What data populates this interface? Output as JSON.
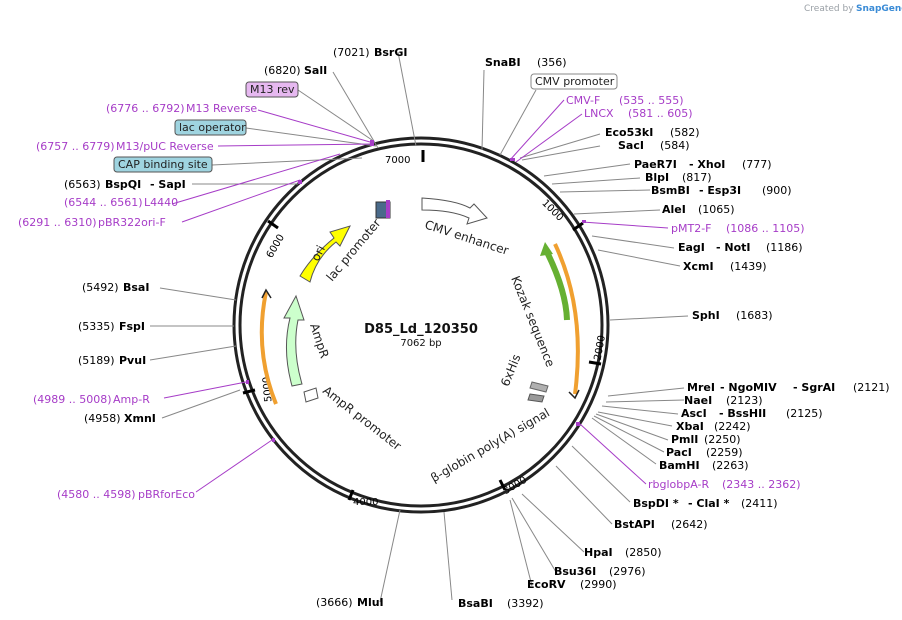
{
  "credit": {
    "prefix": "Created by",
    "brand": "SnapGene"
  },
  "plasmid": {
    "name": "D85_Ld_120350",
    "length": "7062 bp"
  },
  "ticks": [
    "1000",
    "2000",
    "3000",
    "4000",
    "5000",
    "6000",
    "7000"
  ],
  "sites": {
    "bsrgi": {
      "pos": "(7021)",
      "name": "BsrGI"
    },
    "sali": {
      "pos": "(6820)",
      "name": "SalI"
    },
    "m13rev_box": "M13 rev",
    "m13rev_primer": {
      "pos": "(6776 .. 6792)",
      "name": "M13 Reverse"
    },
    "lacop_box": "lac operator",
    "m13puc": {
      "pos": "(6757 .. 6779)",
      "name": "M13/pUC Reverse"
    },
    "cap_box": "CAP binding site",
    "bspqi": {
      "pos": "(6563)",
      "name": "BspQI",
      "name2": "- SapI"
    },
    "l4440": {
      "pos": "(6544 .. 6561)",
      "name": "L4440"
    },
    "pbr322ori": {
      "pos": "(6291 .. 6310)",
      "name": "pBR322ori-F"
    },
    "bsai": {
      "pos": "(5492)",
      "name": "BsaI"
    },
    "fspi": {
      "pos": "(5335)",
      "name": "FspI"
    },
    "pvui": {
      "pos": "(5189)",
      "name": "PvuI"
    },
    "ampr_primer": {
      "pos": "(4989 .. 5008)",
      "name": "Amp-R"
    },
    "xmni": {
      "pos": "(4958)",
      "name": "XmnI"
    },
    "pbrforeco": {
      "pos": "(4580 .. 4598)",
      "name": "pBRforEco"
    },
    "mlui": {
      "pos": "(3666)",
      "name": "MluI"
    },
    "bsabi": {
      "name": "BsaBI",
      "pos": "(3392)"
    },
    "snabi": {
      "name": "SnaBI",
      "pos": "(356)"
    },
    "cmvprom_box": "CMV promoter",
    "cmvf": {
      "name": "CMV-F",
      "pos": "(535 .. 555)"
    },
    "lncx": {
      "name": "LNCX",
      "pos": "(581 .. 605)"
    },
    "eco53ki": {
      "name": "Eco53kI",
      "pos": "(582)"
    },
    "saci": {
      "name": "SacI",
      "pos": "(584)"
    },
    "paer7i": {
      "name": "PaeR7I",
      "name2": "- XhoI",
      "pos": "(777)"
    },
    "blpi": {
      "name": "BlpI",
      "pos": "(817)"
    },
    "bsmbi": {
      "name": "BsmBI",
      "name2": "- Esp3I",
      "pos": "(900)"
    },
    "alei": {
      "name": "AleI",
      "pos": "(1065)"
    },
    "pmt2f": {
      "name": "pMT2-F",
      "pos": "(1086 .. 1105)"
    },
    "eagi": {
      "name": "EagI",
      "name2": "- NotI",
      "pos": "(1186)"
    },
    "xcmi": {
      "name": "XcmI",
      "pos": "(1439)"
    },
    "sphi": {
      "name": "SphI",
      "pos": "(1683)"
    },
    "mrei": {
      "name": "MreI",
      "name2": "- NgoMIV",
      "name3": "- SgrAI",
      "pos": "(2121)"
    },
    "naei": {
      "name": "NaeI",
      "pos": "(2123)"
    },
    "asci": {
      "name": "AscI",
      "name2": "- BssHII",
      "pos": "(2125)"
    },
    "xbai": {
      "name": "XbaI",
      "pos": "(2242)"
    },
    "pmli": {
      "name": "PmlI",
      "pos": "(2250)"
    },
    "paci": {
      "name": "PacI",
      "pos": "(2259)"
    },
    "bamhi": {
      "name": "BamHI",
      "pos": "(2263)"
    },
    "rbglobpa": {
      "name": "rbglobpA-R",
      "pos": "(2343 .. 2362)"
    },
    "bspdi": {
      "name": "BspDI *",
      "name2": "- ClaI *",
      "pos": "(2411)"
    },
    "bstapi": {
      "name": "BstAPI",
      "pos": "(2642)"
    },
    "hpai": {
      "name": "HpaI",
      "pos": "(2850)"
    },
    "bsu36i": {
      "name": "Bsu36I",
      "pos": "(2976)"
    },
    "ecorv": {
      "name": "EcoRV",
      "pos": "(2990)"
    }
  },
  "features": {
    "cmv_enhancer": "CMV enhancer",
    "kozak": "Kozak sequence",
    "his6": "6xHis",
    "bglobin": "β-globin poly(A) signal",
    "ampr_promoter": "AmpR promoter",
    "ampr": "AmpR",
    "ori": "ori",
    "lac_promoter": "lac promoter"
  },
  "colors": {
    "ori": "#ffff00",
    "ampr": "#ccffcc",
    "cds_green": "#66b032",
    "primer_orange": "#f0a030",
    "purple": "#a63cc7",
    "m13_box": "#e6b8f0",
    "lac_box": "#9fd4e0"
  }
}
